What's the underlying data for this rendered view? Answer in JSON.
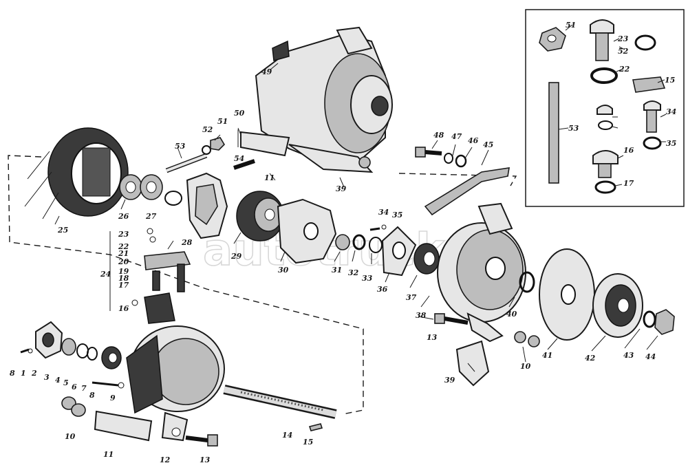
{
  "figure": {
    "watermark": "autotruck.ru",
    "labels": {
      "p1": "1",
      "p2": "2",
      "p3": "3",
      "p4": "4",
      "p5": "5",
      "p6": "6",
      "p7": "7",
      "p8": "8",
      "p8b": "8",
      "p9": "9",
      "p10": "10",
      "p10b": "10",
      "p11": "11",
      "p11b": "11",
      "p12": "12",
      "p13": "13",
      "p13b": "13",
      "p14": "14",
      "p15": "15",
      "p15b": "15",
      "p16": "16",
      "p16b": "16",
      "p17": "17",
      "p17b": "17",
      "p18": "18",
      "p19": "19",
      "p20": "20",
      "p21": "21",
      "p22": "22",
      "p22b": "22",
      "p23": "23",
      "p23b": "23",
      "p24": "24",
      "p25": "25",
      "p26": "26",
      "p27": "27",
      "p28": "28",
      "p29": "29",
      "p30": "30",
      "p31": "31",
      "p32": "32",
      "p33": "33",
      "p34": "34",
      "p34b": "34",
      "p35": "35",
      "p35b": "35",
      "p36": "36",
      "p37": "37",
      "p38": "38",
      "p39": "39",
      "p39b": "39",
      "p40": "40",
      "p41": "41",
      "p42": "42",
      "p43": "43",
      "p44": "44",
      "p45": "45",
      "p46": "46",
      "p47": "47",
      "p48": "48",
      "p49": "49",
      "p50": "50",
      "p51": "51",
      "p51b": "51",
      "p52": "52",
      "p52b": "52",
      "p53": "53",
      "p53b": "53",
      "p54": "54"
    }
  }
}
